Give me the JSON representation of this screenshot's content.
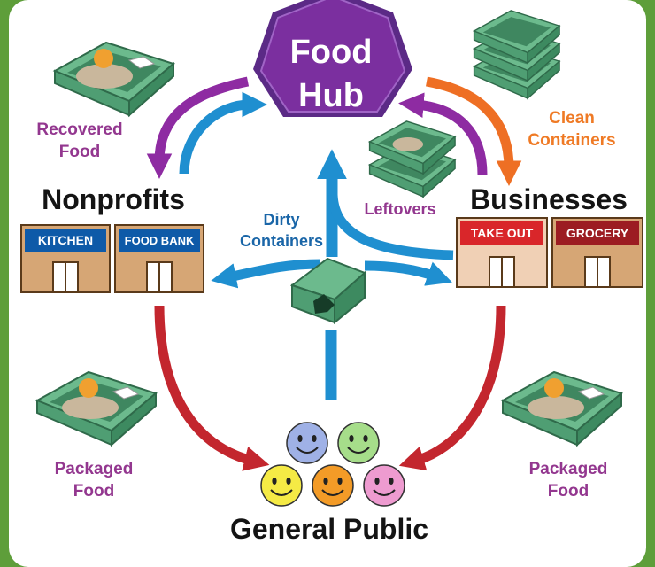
{
  "hub": {
    "line1": "Food",
    "line2": "Hub"
  },
  "nodes": {
    "nonprofits": "Nonprofits",
    "businesses": "Businesses",
    "public": "General Public"
  },
  "buildings": {
    "kitchen": "KITCHEN",
    "food_bank": "FOOD BANK",
    "take_out": "TAKE OUT",
    "grocery": "GROCERY"
  },
  "flows": {
    "recovered_1": "Recovered",
    "recovered_2": "Food",
    "clean_1": "Clean",
    "clean_2": "Containers",
    "leftovers": "Leftovers",
    "dirty_1": "Dirty",
    "dirty_2": "Containers",
    "packaged_left_1": "Packaged",
    "packaged_left_2": "Food",
    "packaged_right_1": "Packaged",
    "packaged_right_2": "Food"
  },
  "colors": {
    "hub_fill": "#7b2f9f",
    "hub_inner": "#5b2a86",
    "purple_arrow": "#8e2ba2",
    "blue_arrow": "#1f8fd0",
    "orange_arrow": "#ee6f24",
    "red_arrow": "#c3262e",
    "purple_text": "#93378f",
    "blue_text": "#1a66a8",
    "orange_text": "#ef7a25",
    "container_green": "#4f9e73"
  },
  "faces": [
    "#9fb1e6",
    "#a6dd8a",
    "#f5ea45",
    "#f39b27",
    "#ee9bd0"
  ]
}
